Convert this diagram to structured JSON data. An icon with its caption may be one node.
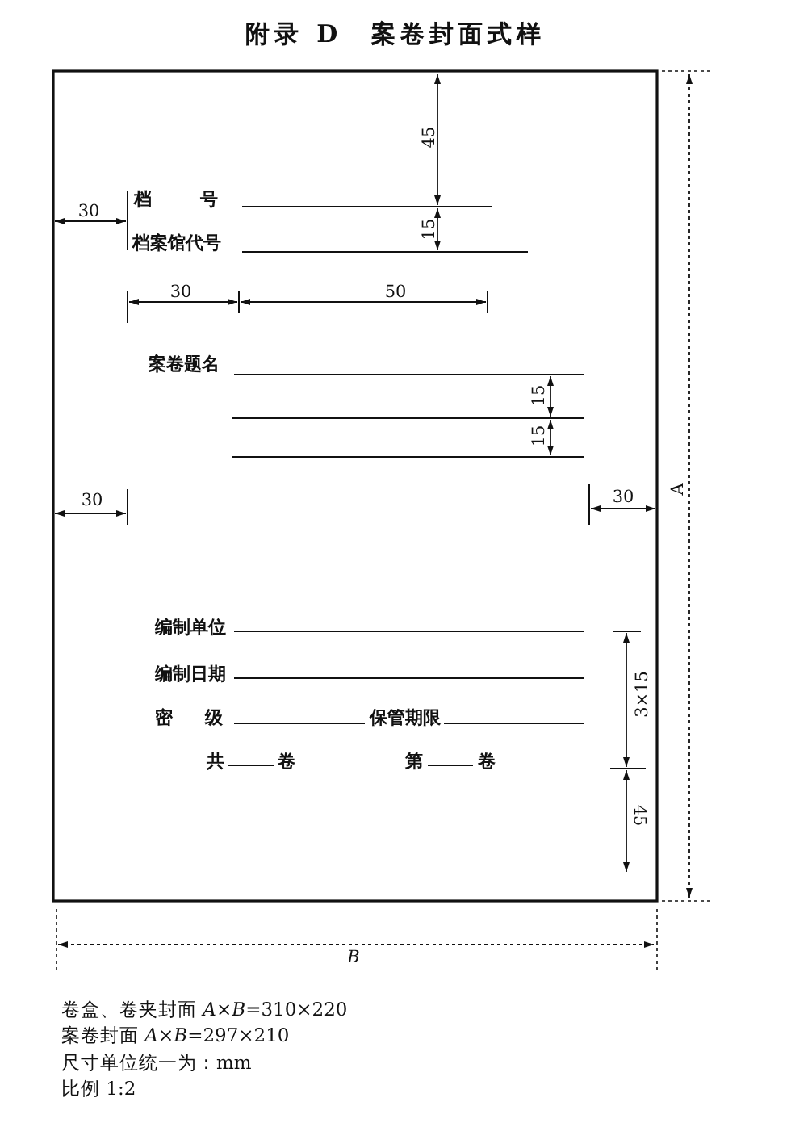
{
  "diagram": {
    "title": "附录 D　案卷封面式样",
    "labels": [
      "45",
      "30",
      "档 号",
      "15",
      "档案馆代号",
      "30",
      "50",
      "案卷题名",
      "15",
      "15",
      "30",
      "30",
      "A",
      "编制单位",
      "编制日期",
      "3×15",
      "密 级",
      "保管期限",
      "共",
      "卷",
      "第",
      "卷",
      "45",
      "B",
      "卷盒、卷夹封面 *A*×*B*=310×220",
      "案卷封面 *A*×*B*=297×210",
      "尺寸单位统一为：mm",
      "比例 1:2"
    ]
  }
}
